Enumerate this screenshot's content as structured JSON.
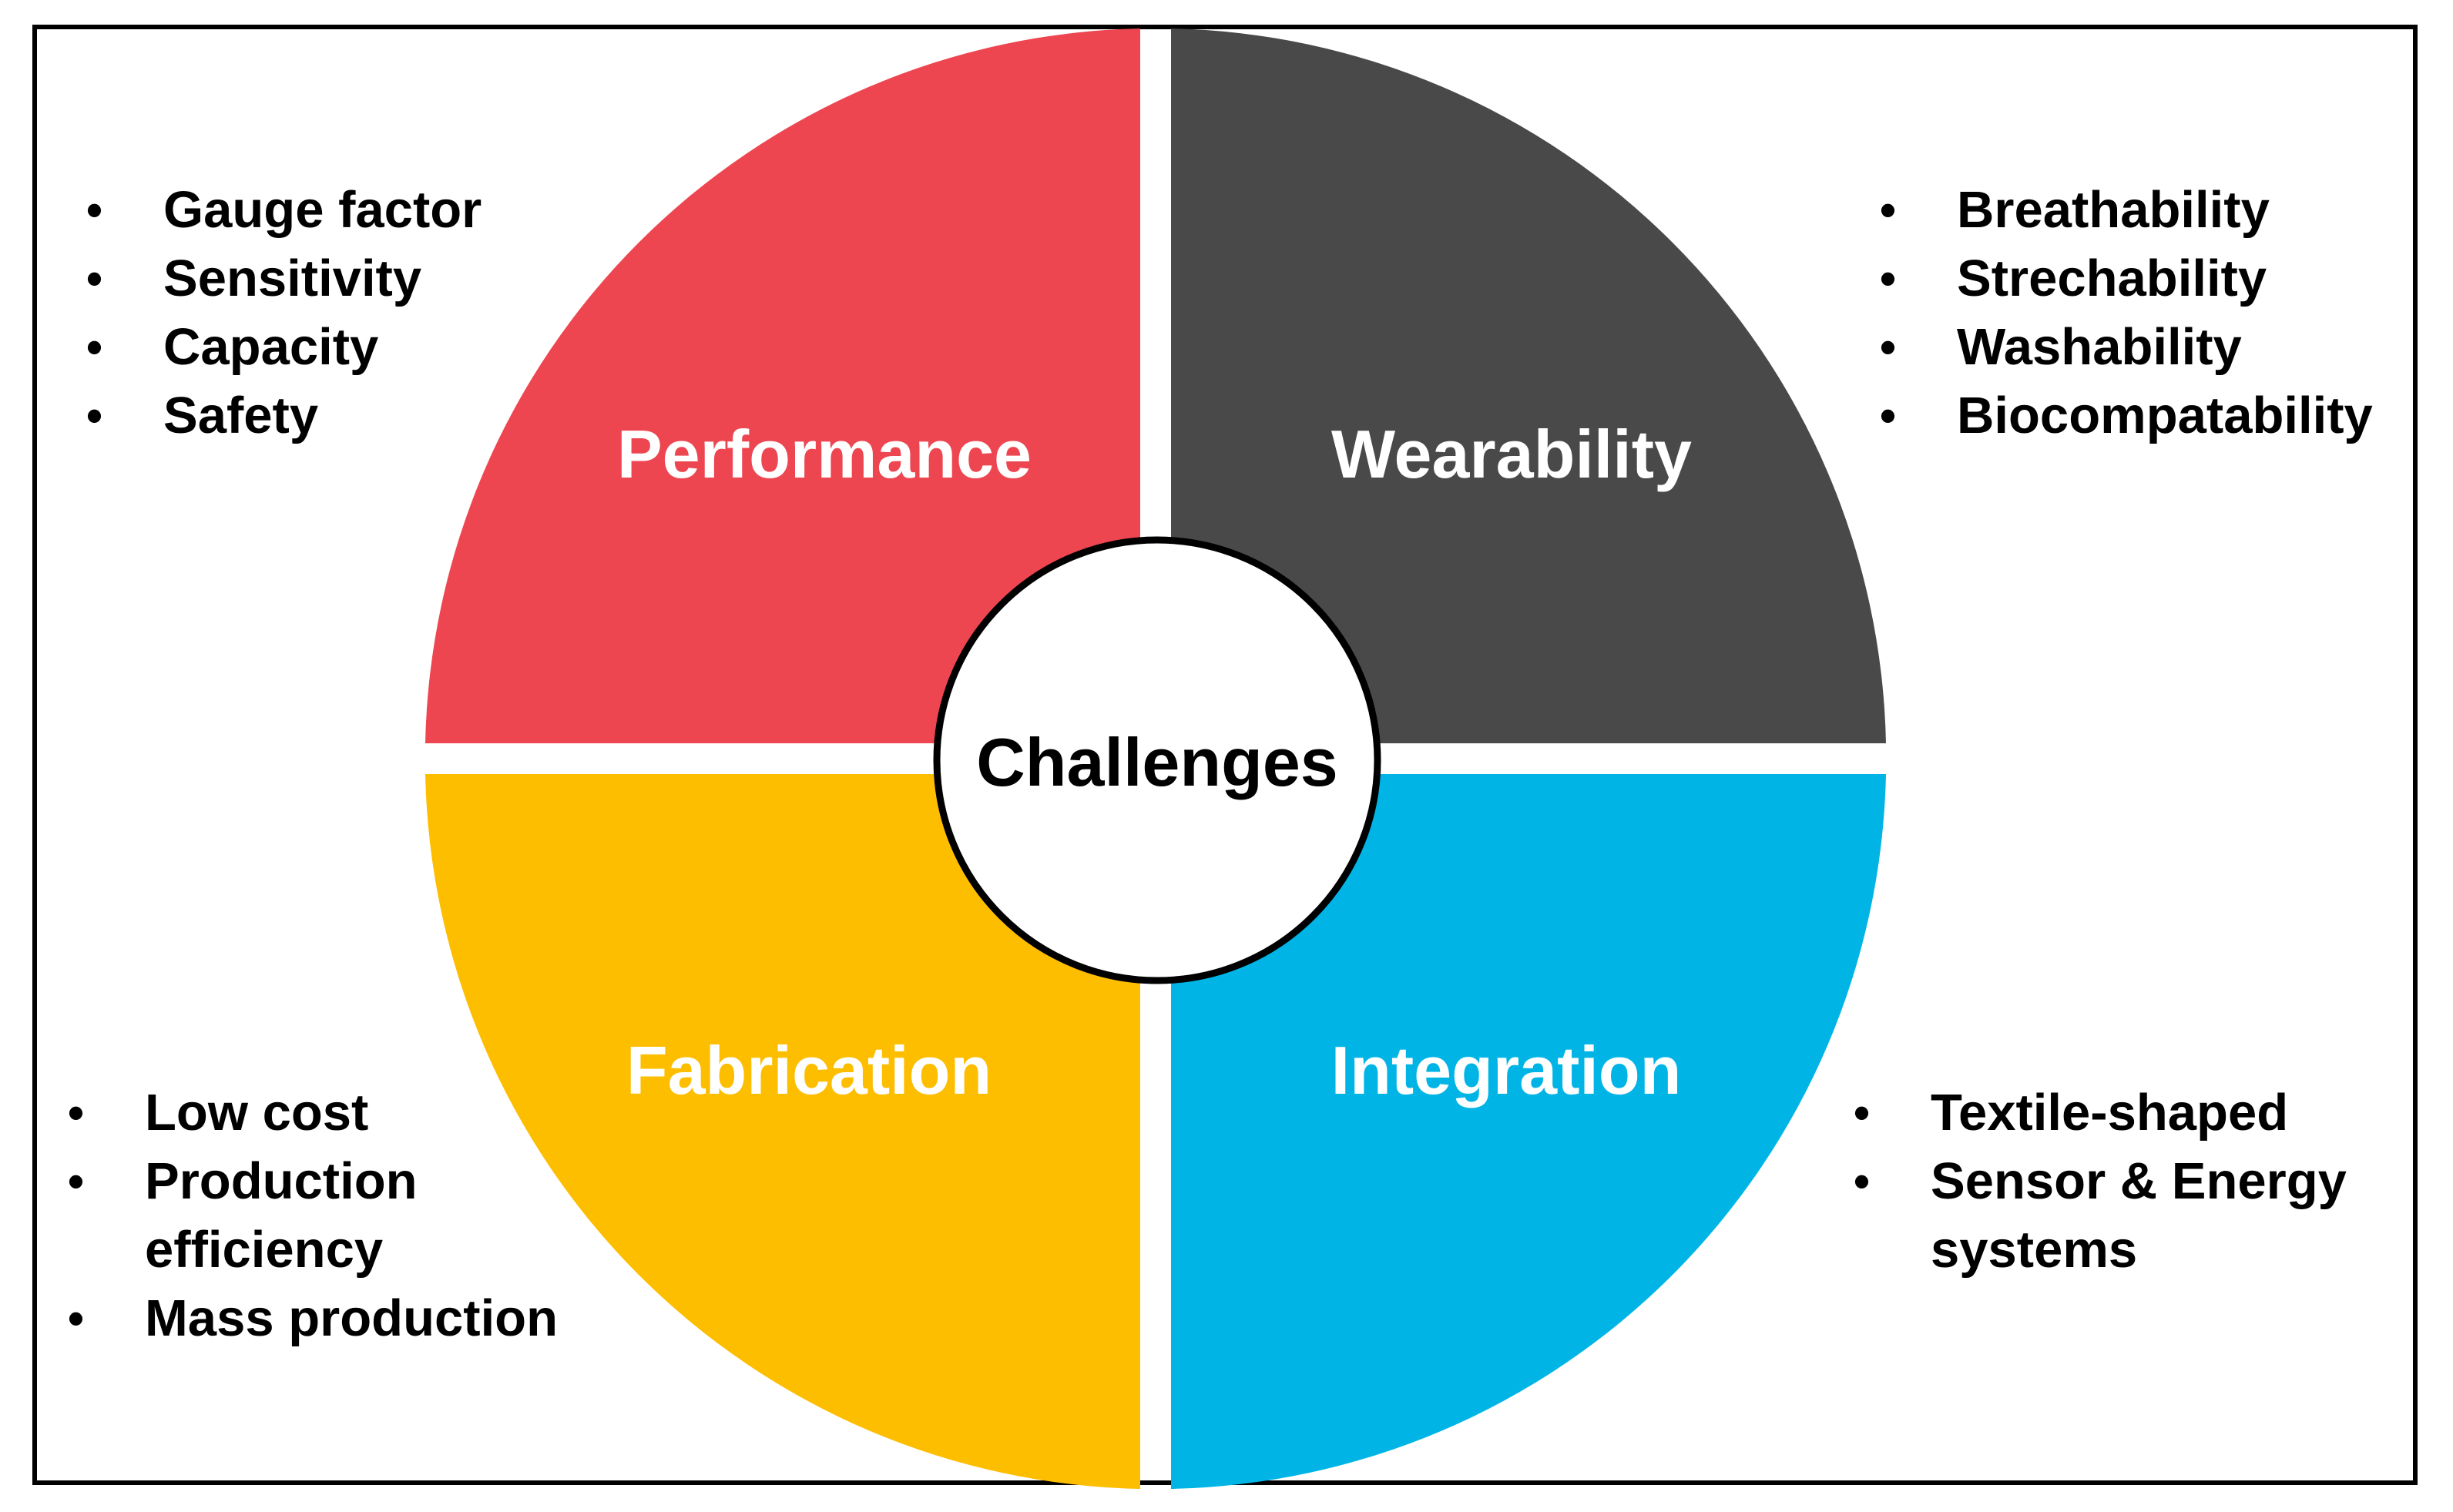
{
  "colors": {
    "performance": "#ed4651",
    "wearability": "#494949",
    "fabrication": "#fdbe00",
    "integration": "#00b5e6",
    "center_fill": "#ffffff",
    "frame": "#000000"
  },
  "center": {
    "label": "Challenges"
  },
  "quadrants": {
    "performance": {
      "label": "Performance",
      "items": [
        "Gauge factor",
        "Sensitivity",
        "Capacity",
        "Safety"
      ]
    },
    "wearability": {
      "label": "Wearability",
      "items": [
        "Breathability",
        "Strechability",
        "Washability",
        "Biocompatability"
      ]
    },
    "fabrication": {
      "label": "Fabrication",
      "items": [
        "Low cost",
        "Production",
        "efficiency",
        "Mass production"
      ]
    },
    "integration": {
      "label": "Integration",
      "items": [
        "Textile-shaped",
        "Sensor & Energy",
        "systems"
      ]
    }
  }
}
